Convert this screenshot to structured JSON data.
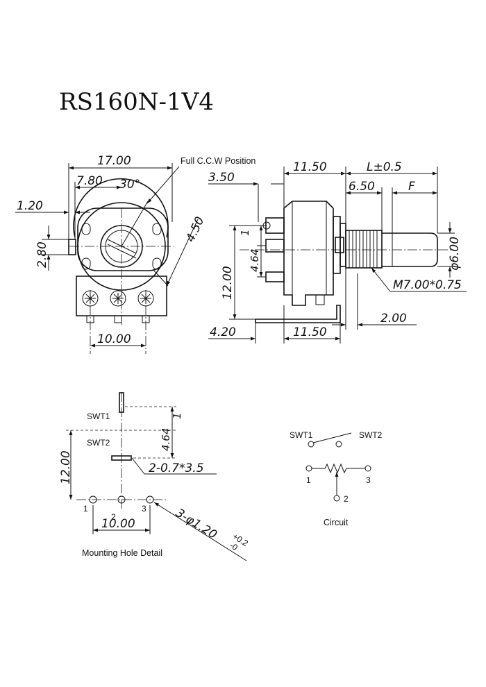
{
  "title": "RS160N-1V4",
  "front_view": {
    "width": "17.00",
    "offset": "7.80",
    "angle": "30°",
    "left_margin": "1.20",
    "tab_height": "2.80",
    "diagonal": "4.50",
    "pin_pitch": "10.00",
    "note": "Full C.C.W Position"
  },
  "side_view": {
    "body_length": "11.50",
    "shaft_length": "L±0.5",
    "bushing_length": "6.50",
    "flat_length": "F",
    "tab_offset": "3.50",
    "switch_pitch": "4.64",
    "switch_offset": "1",
    "height": "12.00",
    "shaft_dia": "φ6.00",
    "thread": "M7.00*0.75",
    "washer": "2.00",
    "lead_offset": "4.20",
    "lead_length": "11.50"
  },
  "mounting": {
    "swt1": "SWT1",
    "swt2": "SWT2",
    "height": "12.00",
    "switch_pitch": "4.64",
    "switch_offset": "1",
    "slot_spec": "2-0.7*3.5",
    "pin1": "1",
    "pin2": "2",
    "pin3": "3",
    "pitch": "10.00",
    "hole_spec": "3-φ1.20",
    "tol_plus": "+0.2",
    "tol_minus": "-0",
    "caption": "Mounting Hole Detail"
  },
  "circuit": {
    "swt1": "SWT1",
    "swt2": "SWT2",
    "t1": "1",
    "t2": "2",
    "t3": "3",
    "caption": "Circuit"
  }
}
